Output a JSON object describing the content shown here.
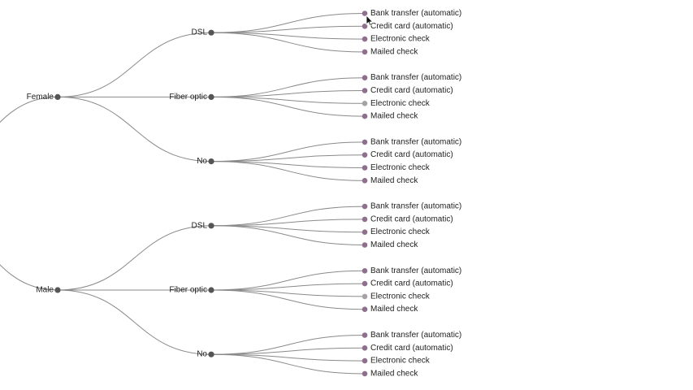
{
  "colors": {
    "link": "#8a8a8a",
    "inner_node": "#555555",
    "leaf_node": "#8e6f8e",
    "leaf_node_muted": "#a8a2a8",
    "text": "#222222"
  },
  "tree": {
    "label": "",
    "children": [
      {
        "label": "Female",
        "children": [
          {
            "label": "DSL",
            "children": [
              {
                "label": "Bank transfer (automatic)"
              },
              {
                "label": "Credit card (automatic)"
              },
              {
                "label": "Electronic check"
              },
              {
                "label": "Mailed check"
              }
            ]
          },
          {
            "label": "Fiber optic",
            "children": [
              {
                "label": "Bank transfer (automatic)"
              },
              {
                "label": "Credit card (automatic)"
              },
              {
                "label": "Electronic check",
                "muted": true
              },
              {
                "label": "Mailed check"
              }
            ]
          },
          {
            "label": "No",
            "children": [
              {
                "label": "Bank transfer (automatic)"
              },
              {
                "label": "Credit card (automatic)"
              },
              {
                "label": "Electronic check"
              },
              {
                "label": "Mailed check"
              }
            ]
          }
        ]
      },
      {
        "label": "Male",
        "children": [
          {
            "label": "DSL",
            "children": [
              {
                "label": "Bank transfer (automatic)"
              },
              {
                "label": "Credit card (automatic)"
              },
              {
                "label": "Electronic check"
              },
              {
                "label": "Mailed check"
              }
            ]
          },
          {
            "label": "Fiber optic",
            "children": [
              {
                "label": "Bank transfer (automatic)"
              },
              {
                "label": "Credit card (automatic)"
              },
              {
                "label": "Electronic check",
                "muted": true
              },
              {
                "label": "Mailed check"
              }
            ]
          },
          {
            "label": "No",
            "children": [
              {
                "label": "Bank transfer (automatic)"
              },
              {
                "label": "Credit card (automatic)"
              },
              {
                "label": "Electronic check"
              },
              {
                "label": "Mailed check"
              }
            ]
          }
        ]
      }
    ]
  }
}
